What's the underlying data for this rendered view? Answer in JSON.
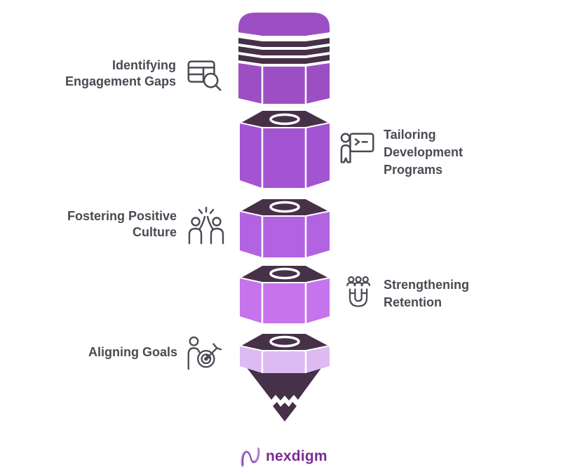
{
  "canvas": {
    "background": "#ffffff"
  },
  "text_color": "#4b4a53",
  "icon_color": "#4b4a53",
  "pencil": {
    "dark_color": "#463149",
    "edge_color": "#ffffff",
    "segment_colors": [
      "#9c4fc3",
      "#a354d2",
      "#b263e2",
      "#c674ec",
      "#ddbaf2"
    ]
  },
  "steps": [
    {
      "label": "Identifying Engagement Gaps",
      "lines": [
        "Identifying",
        "Engagement Gaps"
      ],
      "icon": "table-search-icon",
      "side": "left"
    },
    {
      "label": "Tailoring Development Programs",
      "lines": [
        "Tailoring",
        "Development",
        "Programs"
      ],
      "icon": "presenter-board-icon",
      "side": "right"
    },
    {
      "label": "Fostering Positive Culture",
      "lines": [
        "Fostering Positive",
        "Culture"
      ],
      "icon": "high-five-icon",
      "side": "left"
    },
    {
      "label": "Strengthening Retention",
      "lines": [
        "Strengthening",
        "Retention"
      ],
      "icon": "magnet-people-icon",
      "side": "right"
    },
    {
      "label": "Aligning Goals",
      "lines": [
        "Aligning Goals"
      ],
      "icon": "person-target-icon",
      "side": "left"
    }
  ],
  "logo": {
    "text": "nexdigm",
    "text_color": "#7b2c91",
    "mark_colors": [
      "#c9a2e0",
      "#9a5ec2",
      "#5e2b86"
    ]
  }
}
